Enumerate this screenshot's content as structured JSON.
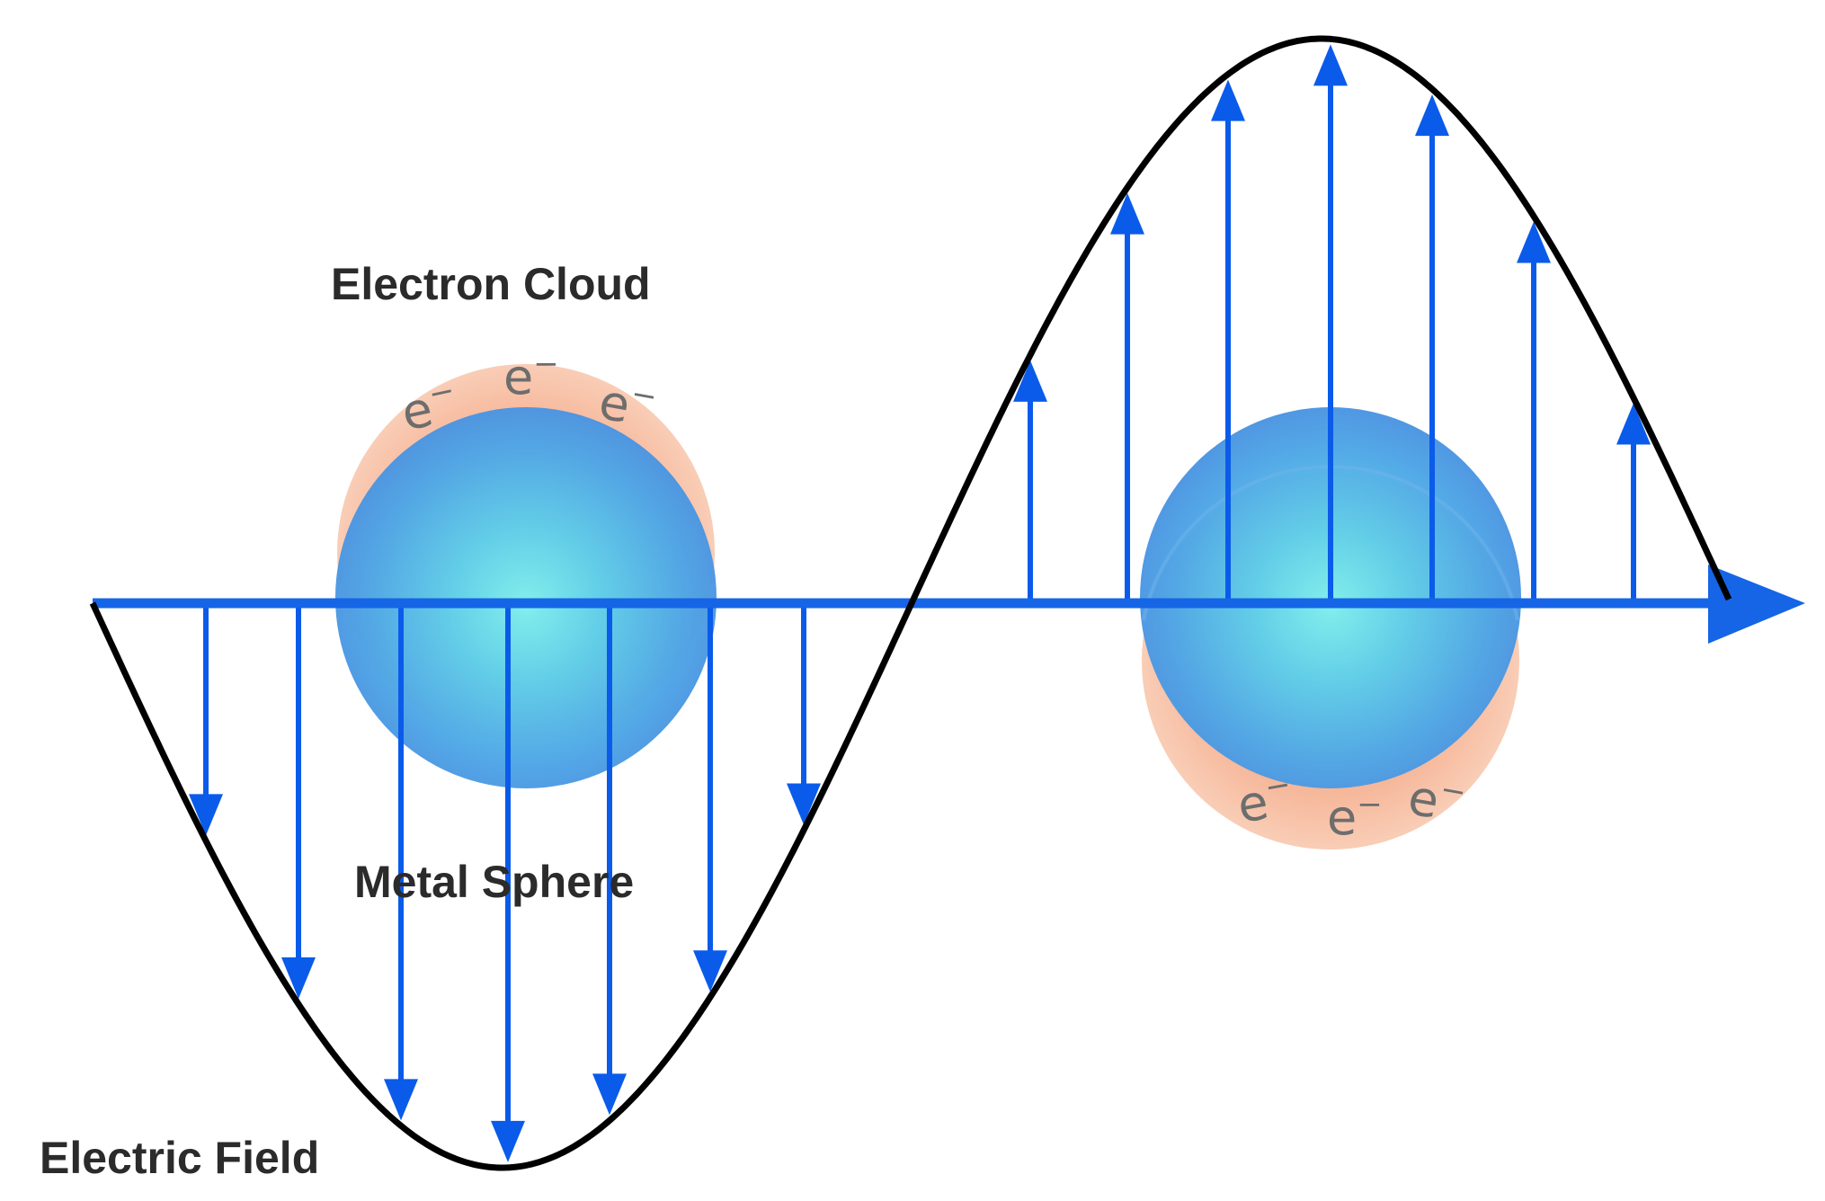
{
  "labels": {
    "electron_cloud": "Electron Cloud",
    "metal_sphere": "Metal Sphere",
    "electric_field": "Electric Field"
  },
  "electron_symbol": "e",
  "electron_charge": "−",
  "colors": {
    "wave": "#000000",
    "field_arrows": "#0b5bea",
    "axis": "#1565e6",
    "sphere_core": "#5fd6ec",
    "sphere_edge": "#4a96e2",
    "electron_cloud": "#f7b89a",
    "label_text": "#2b2b2b",
    "electron_text": "#6d6d6d"
  }
}
